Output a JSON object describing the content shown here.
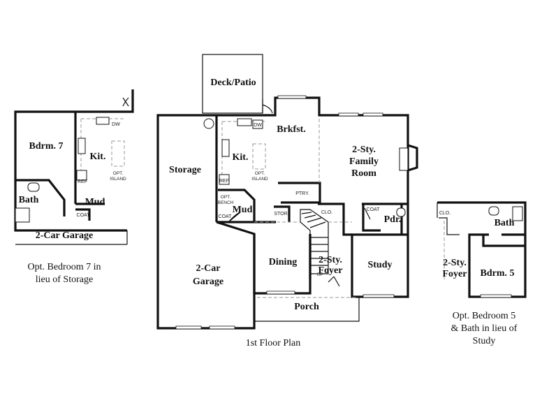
{
  "labels": {
    "deck_patio": "Deck/Patio",
    "brkfst": "Brkfst.",
    "kit": "Kit.",
    "family_1": "2-Sty.",
    "family_2": "Family",
    "family_3": "Room",
    "storage": "Storage",
    "ref": "REF",
    "opt_island_1": "OPT.",
    "opt_island_2": "ISLAND",
    "dw": "DW",
    "ptry": "PTRY.",
    "opt_bench_1": "OPT.",
    "opt_bench_2": "BENCH",
    "mud": "Mud",
    "coat": "COAT",
    "stor": "STOR.",
    "clo": "CLO.",
    "pdr": "Pdr.",
    "dining": "Dining",
    "foyer_1": "2-Sty.",
    "foyer_2": "Foyer",
    "study": "Study",
    "garage_1": "2-Car",
    "garage_2": "Garage",
    "porch": "Porch",
    "up": "UP",
    "caption_main": "1st Floor Plan"
  },
  "left_plan": {
    "bdrm7": "Bdrm. 7",
    "kit": "Kit.",
    "ref": "REF",
    "opt_island_1": "OPT.",
    "opt_island_2": "ISLAND",
    "dw": "DW",
    "bath": "Bath",
    "mud": "Mud",
    "coat": "COAT",
    "garage": "2-Car Garage",
    "caption_1": "Opt. Bedroom 7 in",
    "caption_2": "lieu of Storage"
  },
  "right_plan": {
    "clo": "CLO.",
    "bath": "Bath",
    "foyer_1": "2-Sty.",
    "foyer_2": "Foyer",
    "bdrm5": "Bdrm. 5",
    "caption_1": "Opt. Bedroom 5",
    "caption_2": "& Bath in lieu of",
    "caption_3": "Study"
  }
}
